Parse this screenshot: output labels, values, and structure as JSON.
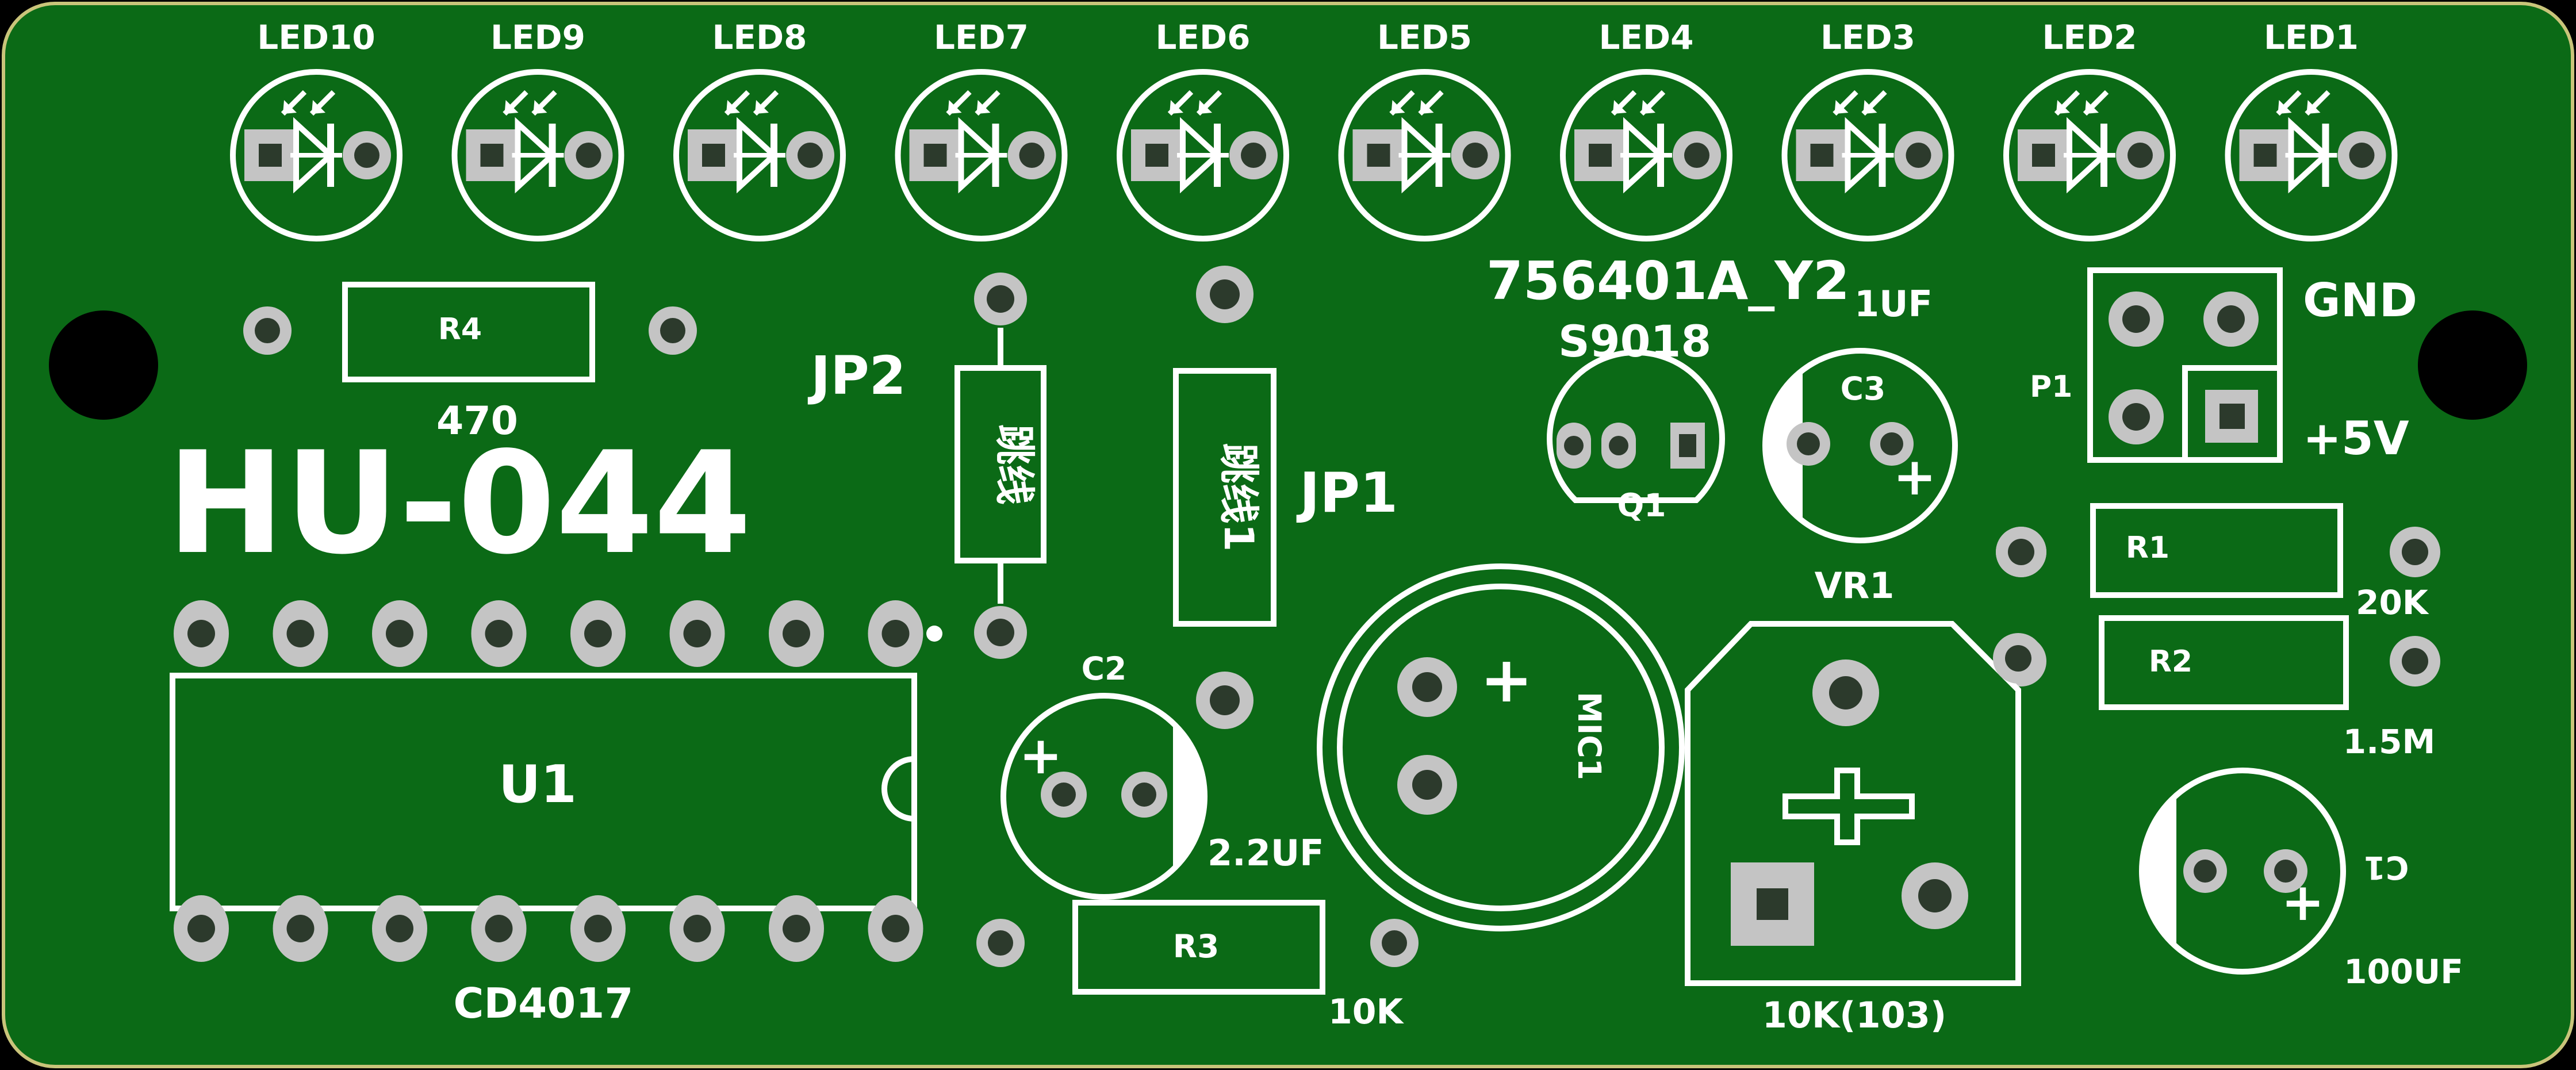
{
  "board": {
    "title": "HU-044",
    "part_number": "756401A_Y2",
    "colors": {
      "background": "#000000",
      "board": "#0b6a16",
      "edge": "#c9c47a",
      "silkscreen": "#ffffff",
      "pad": "#c4c4c4"
    }
  },
  "leds": [
    "LED10",
    "LED9",
    "LED8",
    "LED7",
    "LED6",
    "LED5",
    "LED4",
    "LED3",
    "LED2",
    "LED1"
  ],
  "components": {
    "r4": {
      "ref": "R4",
      "value": "470"
    },
    "jp2": {
      "ref": "JP2",
      "body": "跳线"
    },
    "jp1": {
      "ref": "JP1",
      "body": "跳线1"
    },
    "q1": {
      "ref": "Q1",
      "part": "S9018"
    },
    "c3": {
      "ref": "C3",
      "value": "1UF",
      "plus": "+"
    },
    "p1": {
      "ref": "P1",
      "gnd": "GND",
      "vcc": "+5V"
    },
    "r1": {
      "ref": "R1",
      "value": "20K"
    },
    "r2": {
      "ref": "R2",
      "value": "1.5M"
    },
    "vr1": {
      "ref": "VR1",
      "value": "10K(103)"
    },
    "mic1": {
      "ref": "MIC1",
      "plus": "+"
    },
    "c2": {
      "ref": "C2",
      "value": "2.2UF",
      "plus": "+"
    },
    "r3": {
      "ref": "R3",
      "value": "10K"
    },
    "u1": {
      "ref": "U1",
      "part": "CD4017"
    },
    "c1": {
      "ref": "C1",
      "value": "100UF",
      "plus": "+"
    }
  }
}
